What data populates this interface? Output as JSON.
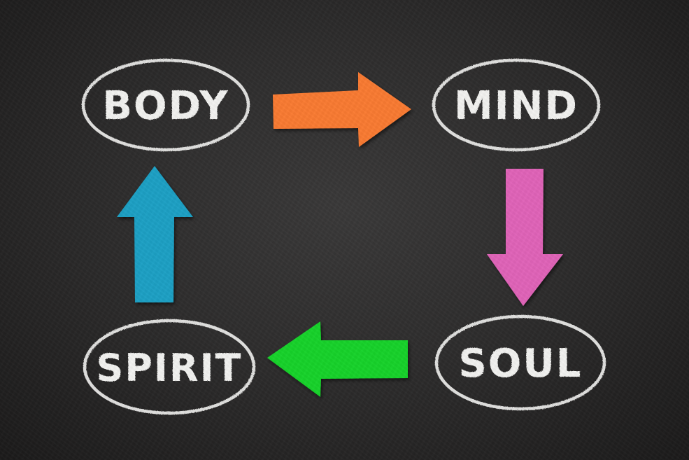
{
  "nodes": {
    "body": {
      "label": "BODY"
    },
    "mind": {
      "label": "MIND"
    },
    "soul": {
      "label": "SOUL"
    },
    "spirit": {
      "label": "SPIRIT"
    }
  },
  "colors": {
    "board": "#2e2d2d",
    "chalk": "#f2f2f0",
    "arrow_body_to_mind": "#f97a33",
    "arrow_mind_to_soul": "#e063b8",
    "arrow_soul_to_spirit": "#16d22a",
    "arrow_spirit_to_body": "#1aa0c4"
  },
  "edges": [
    {
      "from": "BODY",
      "to": "MIND",
      "color": "orange"
    },
    {
      "from": "MIND",
      "to": "SOUL",
      "color": "pink"
    },
    {
      "from": "SOUL",
      "to": "SPIRIT",
      "color": "green"
    },
    {
      "from": "SPIRIT",
      "to": "BODY",
      "color": "blue"
    }
  ]
}
